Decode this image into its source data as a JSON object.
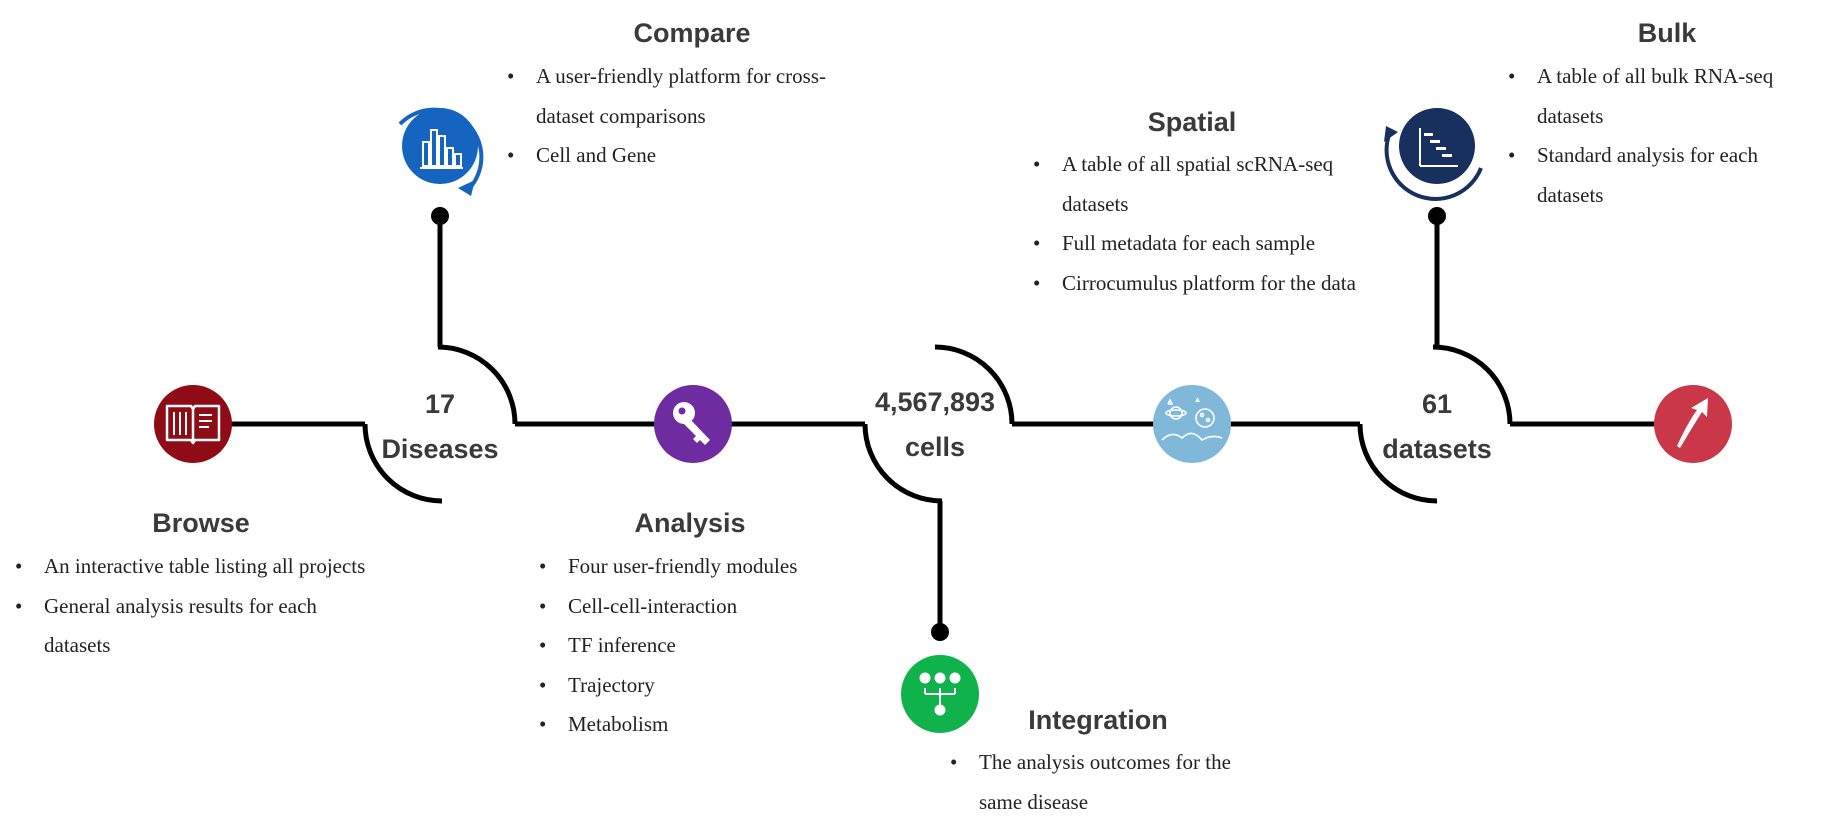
{
  "nodes": {
    "browse": {
      "title": "Browse",
      "icon": "book-icon",
      "color": "#8f0b16",
      "bullets": [
        "An interactive table listing all projects",
        "General analysis results for each datasets"
      ]
    },
    "compare": {
      "title": "Compare",
      "icon": "bar-chart-refresh-icon",
      "color": "#1565c0",
      "bullets": [
        "A user-friendly platform for cross-dataset comparisons",
        "Cell and Gene"
      ]
    },
    "analysis": {
      "title": "Analysis",
      "icon": "key-icon",
      "color": "#6e2ca0",
      "bullets": [
        "Four user-friendly modules",
        "Cell-cell-interaction",
        "TF inference",
        "Trajectory",
        "Metabolism"
      ]
    },
    "integration": {
      "title": "Integration",
      "icon": "hierarchy-icon",
      "color": "#10b24b",
      "bullets": [
        "The analysis outcomes for the same disease"
      ]
    },
    "spatial": {
      "title": "Spatial",
      "icon": "space-icon",
      "color": "#7fb8d9",
      "bullets": [
        "A table of all spatial scRNA-seq datasets",
        "Full metadata for each sample",
        "Cirrocumulus platform for the data"
      ]
    },
    "bulk": {
      "title": "Bulk",
      "icon": "gantt-chart-refresh-icon",
      "color": "#17305e",
      "bullets": [
        "A table of all bulk RNA-seq datasets",
        "Standard analysis for each datasets"
      ]
    },
    "end": {
      "icon": "curved-arrow-icon",
      "color": "#c93748"
    }
  },
  "stats": {
    "diseases": {
      "number": "17",
      "label": "Diseases"
    },
    "cells": {
      "number": "4,567,893",
      "label": "cells"
    },
    "datasets": {
      "number": "61",
      "label": "datasets"
    }
  }
}
